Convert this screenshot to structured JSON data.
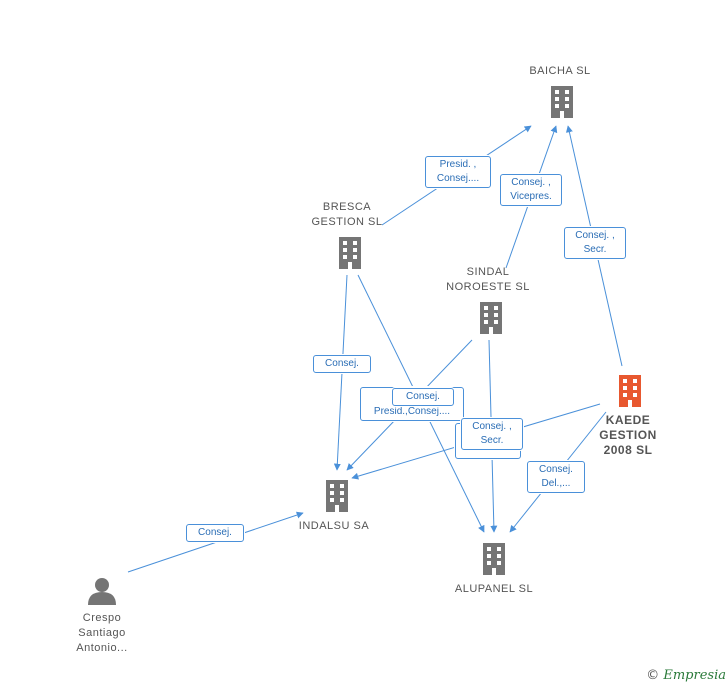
{
  "nodes": {
    "baicha": {
      "label": "BAICHA SL",
      "type": "company"
    },
    "bresca": {
      "label": "BRESCA\nGESTION SL",
      "type": "company"
    },
    "sindal": {
      "label": "SINDAL\nNOROESTE SL",
      "type": "company"
    },
    "kaede": {
      "label": "KAEDE\nGESTION\n2008 SL",
      "type": "company-main"
    },
    "indalsu": {
      "label": "INDALSU SA",
      "type": "company"
    },
    "alupanel": {
      "label": "ALUPANEL SL",
      "type": "company"
    },
    "crespo": {
      "label": "Crespo\nSantiago\nAntonio...",
      "type": "person"
    }
  },
  "edges": [
    {
      "id": "e1",
      "label": "Presid. ,\nConsej...."
    },
    {
      "id": "e2",
      "label": "Consej. ,\nVicepres."
    },
    {
      "id": "e3",
      "label": "Consej. ,\nSecr."
    },
    {
      "id": "e4",
      "label": "Consej."
    },
    {
      "id": "e5",
      "label": "Presid.,Consej...."
    },
    {
      "id": "e6",
      "label": "Consej."
    },
    {
      "id": "e7",
      "label": "Consej. ,\nSecr."
    },
    {
      "id": "e8",
      "label": "Consej.\nDel.,..."
    },
    {
      "id": "e9",
      "label": "Consej."
    }
  ],
  "colors": {
    "edge": "#4a90d9",
    "company": "#757575",
    "main_company": "#e8582f",
    "person": "#757575"
  },
  "footer": {
    "copyright_symbol": "©",
    "brand": "Empresia"
  }
}
